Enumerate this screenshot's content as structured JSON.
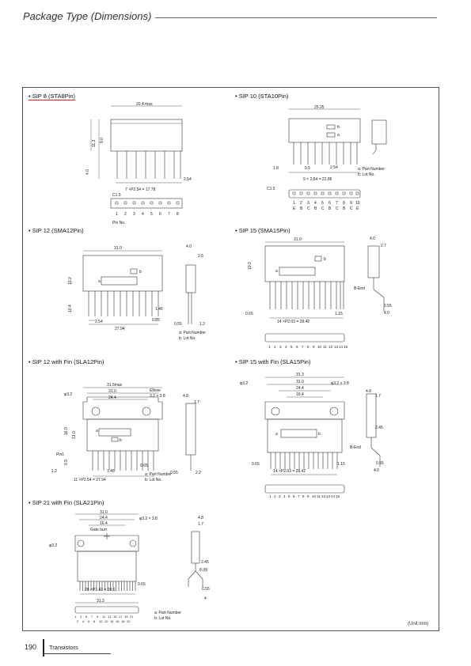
{
  "page": {
    "title": "Package Type (Dimensions)",
    "unit": "(Unit:mm)",
    "page_number": "190",
    "section": "Transistors"
  },
  "packages": {
    "sip8": {
      "title": "• SIP 8 (STA8Pin)",
      "dims": {
        "width": "20.4 max",
        "pitch": "7 ×P2.54 = 17.78",
        "end": "2.54",
        "lead_t": "C1.5",
        "h1": "11.3",
        "h2": "9.0",
        "h3": "4.0"
      },
      "pins": [
        "1",
        "2",
        "3",
        "4",
        "5",
        "6",
        "7",
        "8"
      ],
      "pin_label": "Pin No."
    },
    "sip10": {
      "title": "• SIP 10 (STA10Pin)",
      "dims": {
        "width": "25.25",
        "pitch": "9 × 2.54 = 22.86",
        "end": "2.54",
        "lead_t": "C1.5",
        "lead_w": "1.8",
        "lead_w2": "0.5"
      },
      "notes": [
        "a: Part Number",
        "b: Lot No."
      ],
      "pins": [
        "1",
        "2",
        "3",
        "4",
        "5",
        "6",
        "7",
        "8",
        "9",
        "10"
      ],
      "pin_codes": [
        "E",
        "B",
        "C",
        "B",
        "C",
        "B",
        "C",
        "B",
        "C",
        "E"
      ]
    },
    "sip12": {
      "title": "• SIP 12 (SMA12Pin)",
      "dims": {
        "width": "31.0",
        "pitch": "2.54",
        "span": "27.94",
        "side_t": "4.0",
        "side_2": "2.5",
        "lead_1": "0.55",
        "lead_2": "1.2",
        "lead_3": "0.85",
        "lead_4": "1.46",
        "h1": "10.2",
        "h2": "10.4"
      },
      "notes": [
        "a: Part Number",
        "b: Lot No."
      ]
    },
    "sip15": {
      "title": "• SIP 15 (SMA15Pin)",
      "dims": {
        "width": "31.0",
        "pitch": "14 ×P2.03 = 28.42",
        "side_t": "4.0",
        "side_2": "2.7",
        "lead_1": "0.65",
        "lead_2": "1.15",
        "lead_3": "0.55",
        "lead_4": "4.0",
        "h1": "10.2",
        "bend": "B-End"
      },
      "pins": [
        "1",
        "2",
        "3",
        "4",
        "5",
        "6",
        "7",
        "8",
        "9",
        "10",
        "11",
        "12",
        "13",
        "14",
        "15"
      ]
    },
    "sla12": {
      "title": "• SIP 12 with Fin (SLA12Pin)",
      "dims": {
        "width_max": "31.5max",
        "width": "31.0",
        "width2": "24.4",
        "hole": "φ3.2",
        "elbow_label": "Elbow",
        "elbow": "3.2 × 3.8",
        "side_t": "4.8",
        "side_2": "1.7",
        "pitch": "11 ×P2.54 = 27.94",
        "lead_1": "1.2",
        "lead_2": "1.45",
        "lead_3": "0.65",
        "lead_4": "0.55",
        "lead_5": "2.2",
        "h1": "16.0",
        "h2": "13.0",
        "h3": "9.9",
        "pin_label": "Pin1"
      },
      "notes": [
        "a: Part Number",
        "b: Lot No."
      ]
    },
    "sla15": {
      "title": "• SIP 15 with Fin (SLA15Pin)",
      "dims": {
        "width_top": "31.3",
        "width": "31.0",
        "width2": "24.4",
        "width3": "16.4",
        "hole": "φ3.2",
        "elbow": "φ3.2 × 3.8",
        "side_t": "4.8",
        "side_2": "1.7",
        "side_3": "2.45",
        "pitch": "14 ×P2.03 = 28.42",
        "lead_1": "0.65",
        "lead_2": "1.15",
        "lead_3": "0.55",
        "lead_4": "4.0",
        "bend": "B-End"
      },
      "pins": [
        "1",
        "2",
        "3",
        "4",
        "5",
        "6",
        "7",
        "8",
        "9",
        "10",
        "11",
        "12",
        "13",
        "14",
        "15"
      ]
    },
    "sla21": {
      "title": "• SIP 21 with Fin (SLA21Pin)",
      "dims": {
        "width": "31.0",
        "width2": "24.4",
        "width3": "16.4",
        "gate_label": "Gate burr",
        "hole": "φ3.2",
        "elbow": "φ3.2 × 3.8",
        "pitch": "28 ×P1.43 = 28.6",
        "bottom_w": "31.3",
        "side_t": "4.8",
        "side_2": "1.7",
        "side_3": "2.45",
        "lead_1": "0.65",
        "lead_2": "0.55",
        "lead_3": "4",
        "lead_4": "8 (8)"
      },
      "notes": [
        "a: Part Number",
        "b: Lot No."
      ],
      "pins_odd": [
        "1",
        "3",
        "5",
        "7",
        "9",
        "11",
        "13",
        "15",
        "17",
        "19",
        "21"
      ],
      "pins_even": [
        "2",
        "4",
        "6",
        "8",
        "10",
        "12",
        "14",
        "16",
        "18",
        "20"
      ]
    }
  }
}
